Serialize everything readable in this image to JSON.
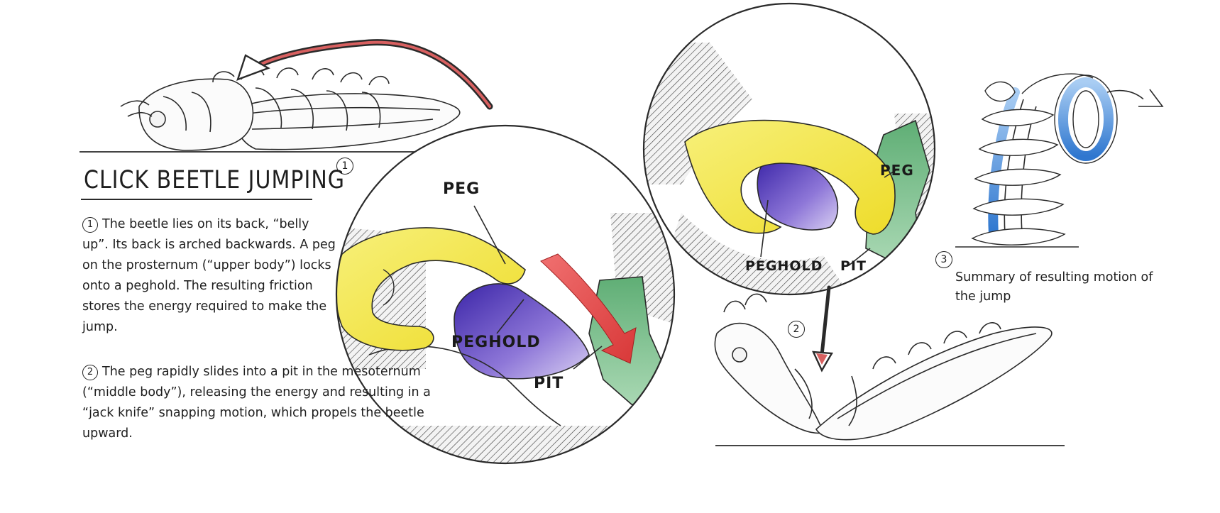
{
  "title": "CLICK BEETLE JUMPING",
  "step1": {
    "marker": "1",
    "text": "The beetle lies on its back, “belly up”. Its back is arched backwards. A peg on the prosternum (“upper body”) locks onto a peghold. The resulting friction stores the energy required to make the jump."
  },
  "step2": {
    "marker": "2",
    "text": "The peg rapidly slides into a pit in the mesoternum (“middle body”), releasing the energy and resulting in a “jack knife” snapping motion, which propels the beetle upward."
  },
  "step3": {
    "marker": "3",
    "text": "Summary of resulting motion of the jump"
  },
  "circle1_labels": {
    "peg": "PEG",
    "peghold": "PEGHOLD",
    "pit": "PIT"
  },
  "circle2_labels": {
    "peg": "PEG",
    "peghold": "PEGHOLD",
    "pit": "PIT"
  },
  "colors": {
    "peg": "#f2e640",
    "peghold": "#4b2fb8",
    "pit": "#7bbf8a",
    "arrow": "#e04a4a",
    "motion": "#3f86d6"
  }
}
